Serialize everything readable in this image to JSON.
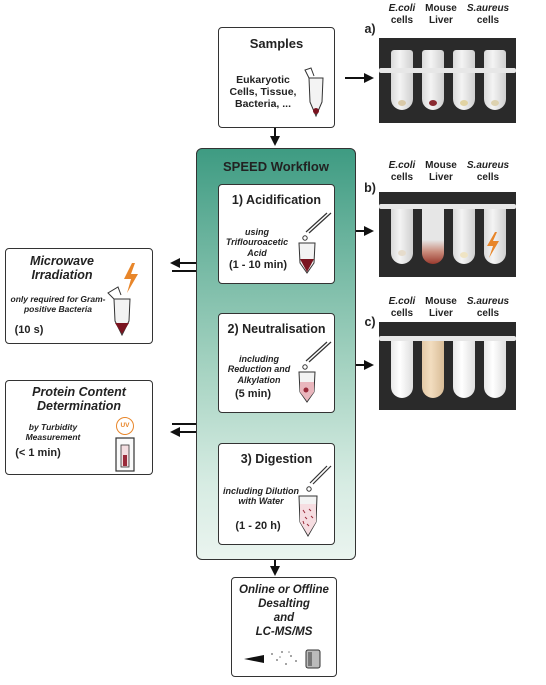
{
  "samples": {
    "title": "Samples",
    "body": "Eukaryotic Cells, Tissue, Bacteria, ..."
  },
  "workflow": {
    "title": "SPEED Workflow",
    "steps": [
      {
        "title": "1) Acidification",
        "note": "using Triflouroacetic Acid",
        "time": "(1 - 10 min)"
      },
      {
        "title": "2) Neutralisation",
        "note": "including Reduction and Alkylation",
        "time": "(5 min)"
      },
      {
        "title": "3) Digestion",
        "note": "including Dilution with Water",
        "time": "(1 - 20 h)"
      }
    ]
  },
  "microwave": {
    "title": "Microwave Irradiation",
    "note": "only required for Gram-positive Bacteria",
    "time": "(10 s)"
  },
  "protein": {
    "title": "Protein Content Determination",
    "note": "by Turbidity Measurement",
    "uv": "UV",
    "time": "(< 1 min)"
  },
  "final": {
    "line1": "Online or Offline",
    "line2": "Desalting",
    "line3": "and",
    "line4": "LC-MS/MS"
  },
  "panels": [
    {
      "letter": "a)",
      "col1a": "E.coli",
      "col1b": "cells",
      "col2a": "Mouse",
      "col2b": "Liver",
      "col3a": "S.aureus",
      "col3b": "cells"
    },
    {
      "letter": "b)",
      "col1a": "E.coli",
      "col1b": "cells",
      "col2a": "Mouse",
      "col2b": "Liver",
      "col3a": "S.aureus",
      "col3b": "cells"
    },
    {
      "letter": "c)",
      "col1a": "E.coli",
      "col1b": "cells",
      "col2a": "Mouse",
      "col2b": "Liver",
      "col3a": "S.aureus",
      "col3b": "cells"
    }
  ],
  "colors": {
    "workflow_top": "#3e9b82",
    "workflow_bottom": "#eaf4ef",
    "flash": "#e8862a",
    "sample_red": "#7a1420"
  }
}
